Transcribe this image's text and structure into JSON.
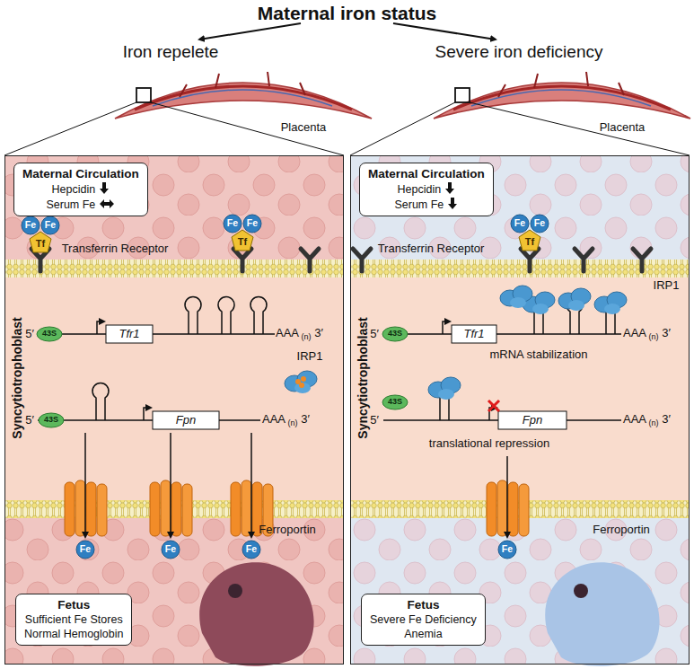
{
  "diagram": {
    "title": "Maternal iron status",
    "nodes": [
      {
        "text": [
          "Syncytiotrophoblast"
        ]
      },
      {
        "text": [
          "Maternal Circulation",
          "Hepcidin",
          "Serum Fe"
        ],
        "in": 0
      },
      {
        "text": [
          "Fetus",
          "Sufficient Fe Stores",
          "Normal Hemoglobin"
        ],
        "in": 0
      },
      {
        "text": [
          "Syncytiotrophoblast"
        ]
      },
      {
        "text": [
          "Maternal Circulation",
          "Hepcidin",
          "Serum Fe"
        ],
        "in": 3
      },
      {
        "text": [
          "Fetus",
          "Severe Fe Deficiency",
          "Anemia"
        ],
        "in": 3
      }
    ],
    "labels": [
      "Iron repelete",
      "Placenta",
      "Severe iron deficiency",
      "Placenta",
      "Fe",
      "Fe",
      "Tf",
      "Transferrin Receptor",
      "Fe",
      "Fe",
      "Tf",
      "5′",
      "43S",
      "Tfr1",
      "AAA",
      "(n)",
      "3′",
      "IRP1",
      "5′",
      "43S",
      "Fpn",
      "AAA",
      "(n)",
      "3′",
      "Fe",
      "Fe",
      "Fe",
      "Ferroportin",
      "Transferrin Receptor",
      "Fe",
      "Fe",
      "Tf",
      "IRP1",
      "5′",
      "43S",
      "Tfr1",
      "AAA",
      "(n)",
      "3′",
      "mRNA stabilization",
      "43S",
      "5′",
      "Fpn",
      "AAA",
      "(n)",
      "3′",
      "translational repression",
      "Fe",
      "Ferroportin"
    ]
  }
}
